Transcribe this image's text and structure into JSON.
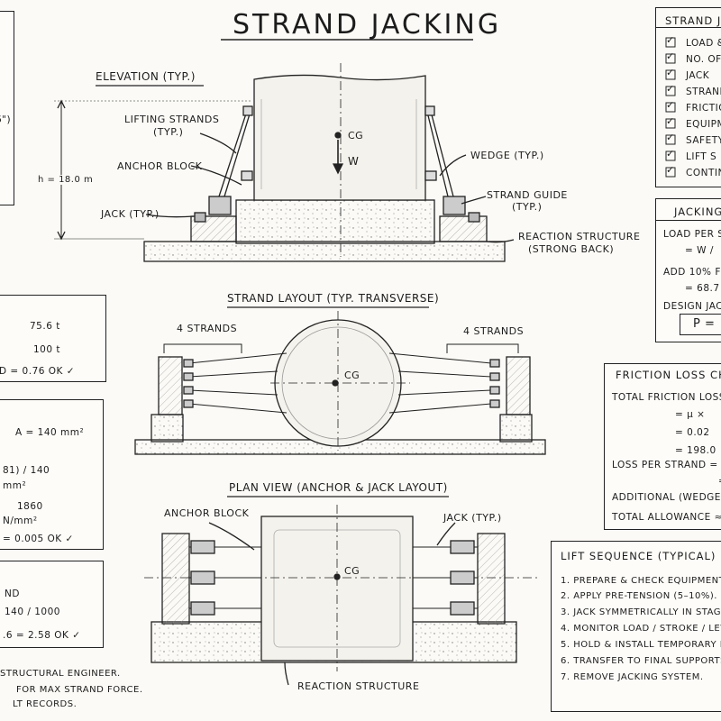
{
  "title": "STRAND JACKING",
  "elevation": {
    "heading": "ELEVATION (TYP.)",
    "lifting_strands": "LIFTING STRANDS",
    "lifting_strands_typ": "(TYP.)",
    "anchor_block": "ANCHOR BLOCK",
    "jack": "JACK (TYP.)",
    "height": "h = 18.0 m",
    "cg": "CG",
    "w": "W",
    "wedge": "WEDGE (TYP.)",
    "strand_guide": "STRAND GUIDE",
    "strand_guide_typ": "(TYP.)",
    "reaction": "REACTION STRUCTURE",
    "reaction_sub": "(STRONG BACK)"
  },
  "strand_layout": {
    "heading": "STRAND LAYOUT (TYP. TRANSVERSE)",
    "strands_left": "4 STRANDS",
    "strands_right": "4 STRANDS",
    "cg": "CG"
  },
  "plan": {
    "heading": "PLAN VIEW (ANCHOR & JACK LAYOUT)",
    "anchor_block": "ANCHOR BLOCK",
    "jack": "JACK (TYP.)",
    "cg": "CG",
    "reaction": "REACTION STRUCTURE"
  },
  "left_boxes": {
    "b1": [
      "6\")"
    ],
    "b2": [
      "75.6 t",
      "100 t",
      "D = 0.76  OK ✓"
    ],
    "b3": [
      "A = 140 mm²",
      "81) / 140",
      "mm²",
      "1860",
      "N/mm²",
      "= 0.005  OK ✓"
    ],
    "b4": [
      "ND",
      "140 / 1000",
      ".6 = 2.58  OK ✓"
    ],
    "notes": [
      "STRUCTURAL ENGINEER.",
      "FOR MAX STRAND FORCE.",
      "LT RECORDS."
    ]
  },
  "checklist": {
    "heading": "STRAND J",
    "items": [
      "LOAD &",
      "NO. OF",
      "JACK",
      "STRAND",
      "FRICTIO",
      "EQUIPM",
      "SAFETY",
      "LIFT S",
      "CONTIN"
    ]
  },
  "jacking_box": {
    "heading": "JACKING",
    "lines": [
      "LOAD PER S",
      "= W /",
      "ADD 10% FO",
      "= 68.7",
      "DESIGN JAC",
      "P ="
    ]
  },
  "friction_box": {
    "heading": "FRICTION LOSS CH",
    "lines": [
      "TOTAL FRICTION LOSS",
      "= μ ×",
      "= 0.02",
      "= 198.0",
      "LOSS PER STRAND =",
      "=",
      "ADDITIONAL (WEDGE S",
      "TOTAL ALLOWANCE ≈"
    ]
  },
  "sequence": {
    "heading": "LIFT SEQUENCE (TYPICAL)",
    "items": [
      "1. PREPARE & CHECK EQUIPMENT.",
      "2. APPLY PRE-TENSION (5–10%).",
      "3. JACK SYMMETRICALLY IN STAGES",
      "4. MONITOR LOAD / STROKE / LEVE",
      "5. HOLD & INSTALL TEMPORARY L",
      "6. TRANSFER TO FINAL SUPPORTS.",
      "7. REMOVE JACKING SYSTEM."
    ]
  }
}
